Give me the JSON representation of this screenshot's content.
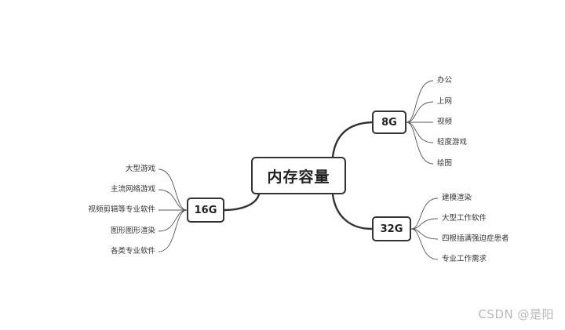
{
  "central": {
    "label": "内存容量"
  },
  "branches": [
    {
      "label": "8G",
      "items": [
        "办公",
        "上网",
        "视频",
        "轻度游戏",
        "绘图"
      ]
    },
    {
      "label": "32G",
      "items": [
        "建模渲染",
        "大型工作软件",
        "四根插满强迫症患者",
        "专业工作需求"
      ]
    },
    {
      "label": "16G",
      "items": [
        "大型游戏",
        "主流网络游戏",
        "视频剪辑等专业软件",
        "图形图形渲染",
        "各类专业软件"
      ]
    }
  ],
  "watermark": "CSDN @是阳"
}
